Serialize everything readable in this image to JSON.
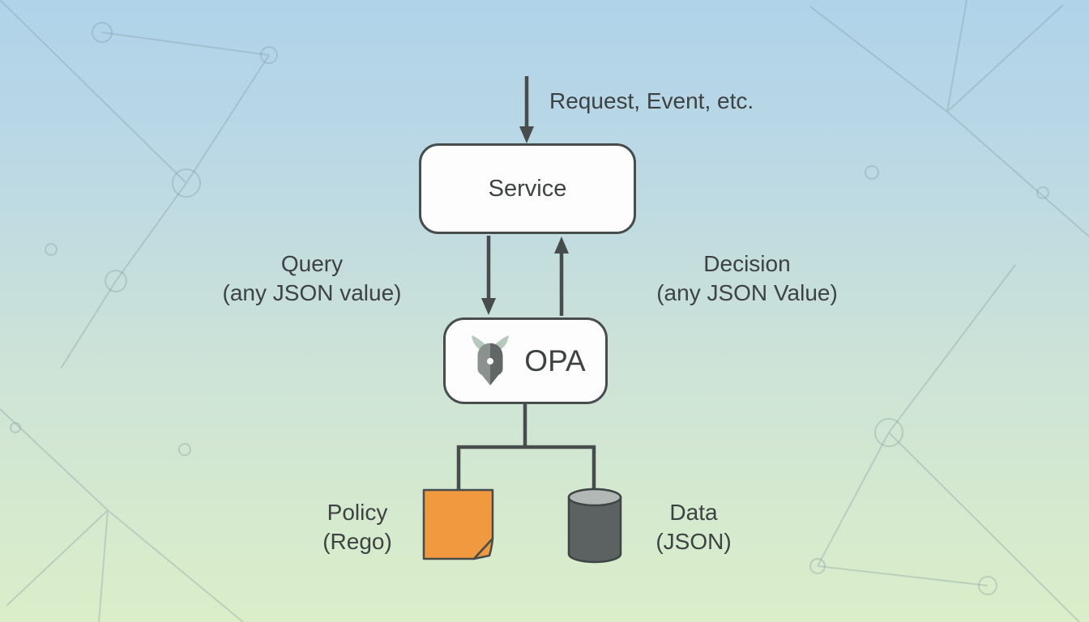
{
  "diagram_title": "OPA architecture diagram",
  "labels": {
    "request": "Request, Event, etc.",
    "query_line1": "Query",
    "query_line2": "(any JSON value)",
    "decision_line1": "Decision",
    "decision_line2": "(any JSON Value)",
    "policy_line1": "Policy",
    "policy_line2": "(Rego)",
    "data_line1": "Data",
    "data_line2": "(JSON)"
  },
  "nodes": {
    "service": "Service",
    "opa": "OPA"
  },
  "icons": {
    "opa_logo": "viking-helmet-icon",
    "policy": "document-page-icon",
    "data": "database-cylinder-icon"
  },
  "colors": {
    "background_top": "#B0D3EA",
    "background_bottom": "#DBEEC9",
    "line_dark": "#474C4C",
    "text": "#3D4242",
    "box_fill": "#FDFDFD",
    "policy_orange": "#F0993E",
    "cylinder_body": "#5C6162",
    "cylinder_top": "#B2B8B6",
    "helmet_left": "#8B918F",
    "helmet_right": "#616766",
    "horn_green": "#B7C8BD",
    "constellation": "#7E9AA0"
  }
}
